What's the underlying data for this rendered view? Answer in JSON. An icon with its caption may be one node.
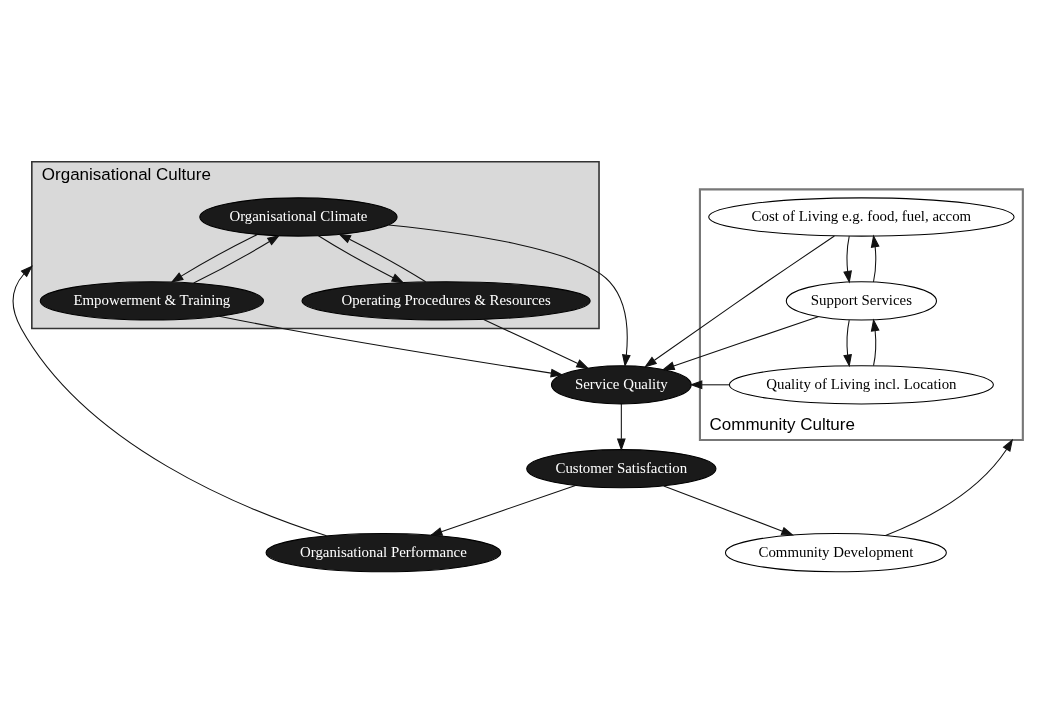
{
  "diagram": {
    "nodes": [
      {
        "text": [
          "Organisational Culture"
        ]
      },
      {
        "text": [
          "Organisational Climate"
        ],
        "in": 0
      },
      {
        "text": [
          "Empowerment & Training"
        ],
        "in": 0
      },
      {
        "text": [
          "Operating Procedures & Resources"
        ],
        "in": 0
      },
      {
        "text": [
          "Service Quality"
        ]
      },
      {
        "text": [
          "Customer Satisfaction"
        ]
      },
      {
        "text": [
          "Organisational Performance"
        ]
      },
      {
        "text": [
          "Community Culture"
        ]
      },
      {
        "text": [
          "Cost of Living e.g. food, fuel, accom"
        ],
        "in": 7
      },
      {
        "text": [
          "Quality of Living incl. Location"
        ],
        "in": 7
      },
      {
        "text": [
          "Support Services"
        ],
        "in": 7
      },
      {
        "text": [
          "Community Development"
        ]
      }
    ],
    "edges": [
      {
        "from": 2,
        "to": 1,
        "arrow": "to"
      },
      {
        "from": 1,
        "to": 2,
        "arrow": "to"
      },
      {
        "from": 1,
        "to": 3,
        "arrow": "to"
      },
      {
        "from": 3,
        "to": 1,
        "arrow": "to"
      },
      {
        "from": 1,
        "to": 4,
        "arrow": "to"
      },
      {
        "from": 2,
        "to": 4,
        "arrow": "to"
      },
      {
        "from": 3,
        "to": 4,
        "arrow": "to"
      },
      {
        "from": 8,
        "to": 4,
        "arrow": "to"
      },
      {
        "from": 10,
        "to": 4,
        "arrow": "to"
      },
      {
        "from": 9,
        "to": 4,
        "arrow": "to"
      },
      {
        "from": 8,
        "to": 10,
        "arrow": "to"
      },
      {
        "from": 10,
        "to": 8,
        "arrow": "to"
      },
      {
        "from": 9,
        "to": 10,
        "arrow": "to"
      },
      {
        "from": 10,
        "to": 9,
        "arrow": "to"
      },
      {
        "from": 4,
        "to": 5,
        "arrow": "to"
      },
      {
        "from": 5,
        "to": 6,
        "arrow": "to"
      },
      {
        "from": 5,
        "to": 11,
        "arrow": "to"
      },
      {
        "from": 6,
        "to": 0,
        "arrow": "to"
      },
      {
        "from": 11,
        "to": 7,
        "arrow": "to"
      }
    ]
  }
}
